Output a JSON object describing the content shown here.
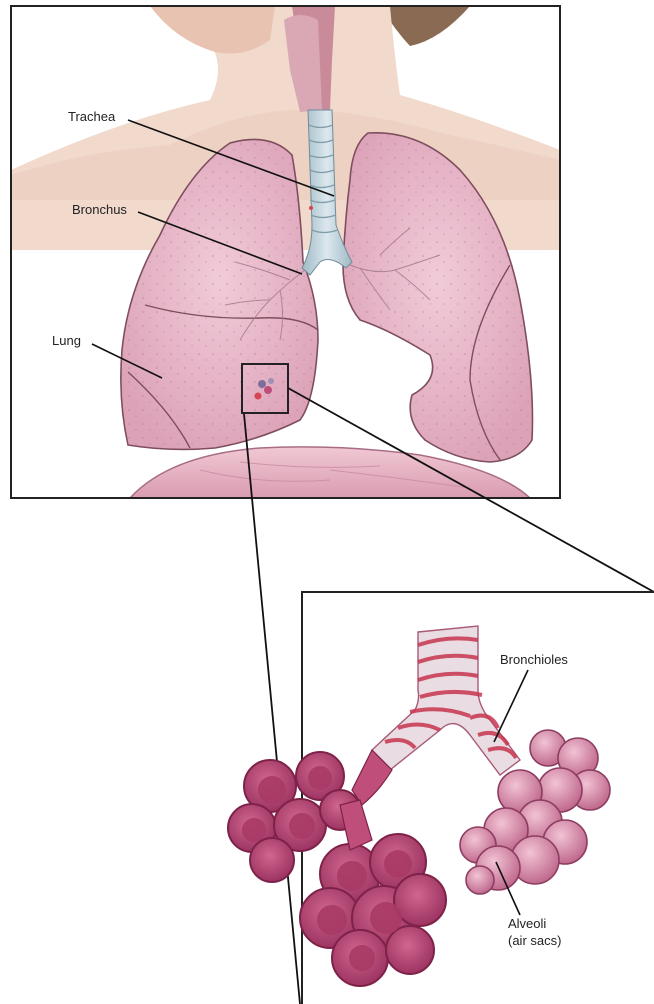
{
  "labels": {
    "trachea": "Trachea",
    "bronchus": "Bronchus",
    "lung": "Lung",
    "bronchioles": "Bronchioles",
    "alveoli_line1": "Alveoli",
    "alveoli_line2": "(air sacs)"
  },
  "colors": {
    "lung_fill": "#E7B5C8",
    "lung_stroke": "#7E4E5E",
    "alveoli_fill": "#C04E7A",
    "alveoli_dark": "#8E2A54",
    "cluster_fill": "#D98AAA",
    "trachea_fill": "#B9CDD6",
    "skin": "#EFD3C4",
    "diaphragm": "#E5B9C6"
  }
}
